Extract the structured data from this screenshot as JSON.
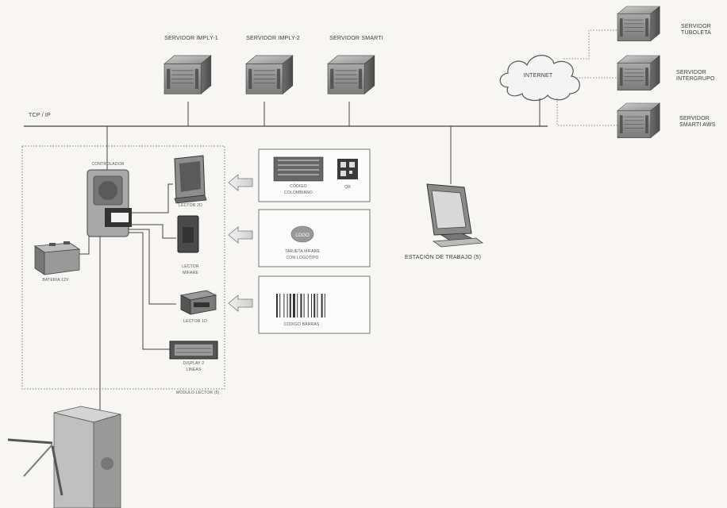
{
  "network": {
    "bus_label": "TCP / IP"
  },
  "servers": {
    "imply1": "SERVIDOR IMPLY-1",
    "imply2": "SERVIDOR IMPLY-2",
    "smarti": "SERVIDOR SMARTI"
  },
  "cloud": {
    "internet": "INTERNET",
    "servers": [
      {
        "l1": "SERVIDOR",
        "l2": "TUBOLETA"
      },
      {
        "l1": "SERVIDOR",
        "l2": "INTERGRUPO"
      },
      {
        "l1": "SERVIDOR",
        "l2": "SMARTI AWS"
      }
    ]
  },
  "workstation": {
    "label": "ESTACIÓN DE TRABAJO (5)"
  },
  "module": {
    "controller": "CONTROLADOR",
    "battery": "BATERIA 12V",
    "reader_2d": "LECTOR 2D",
    "reader_mifare_l1": "LECTOR",
    "reader_mifare_l2": "MIFARE",
    "reader_1d": "LECTOR 1D",
    "display_l1": "DISPLAY 2",
    "display_l2": "LINEAS",
    "module_label": "MODULO LECTOR (5)"
  },
  "cards": {
    "card1_caption_l1": "CÓDIGO",
    "card1_caption_l2": "COLOMBIANO",
    "card1_qr_caption": "QR",
    "card2_caption_l1": "TARJETA MIFARE",
    "card2_caption_l2": "CON LOGOTIPO",
    "card3_caption": "CÓDIGO BARRAS"
  }
}
